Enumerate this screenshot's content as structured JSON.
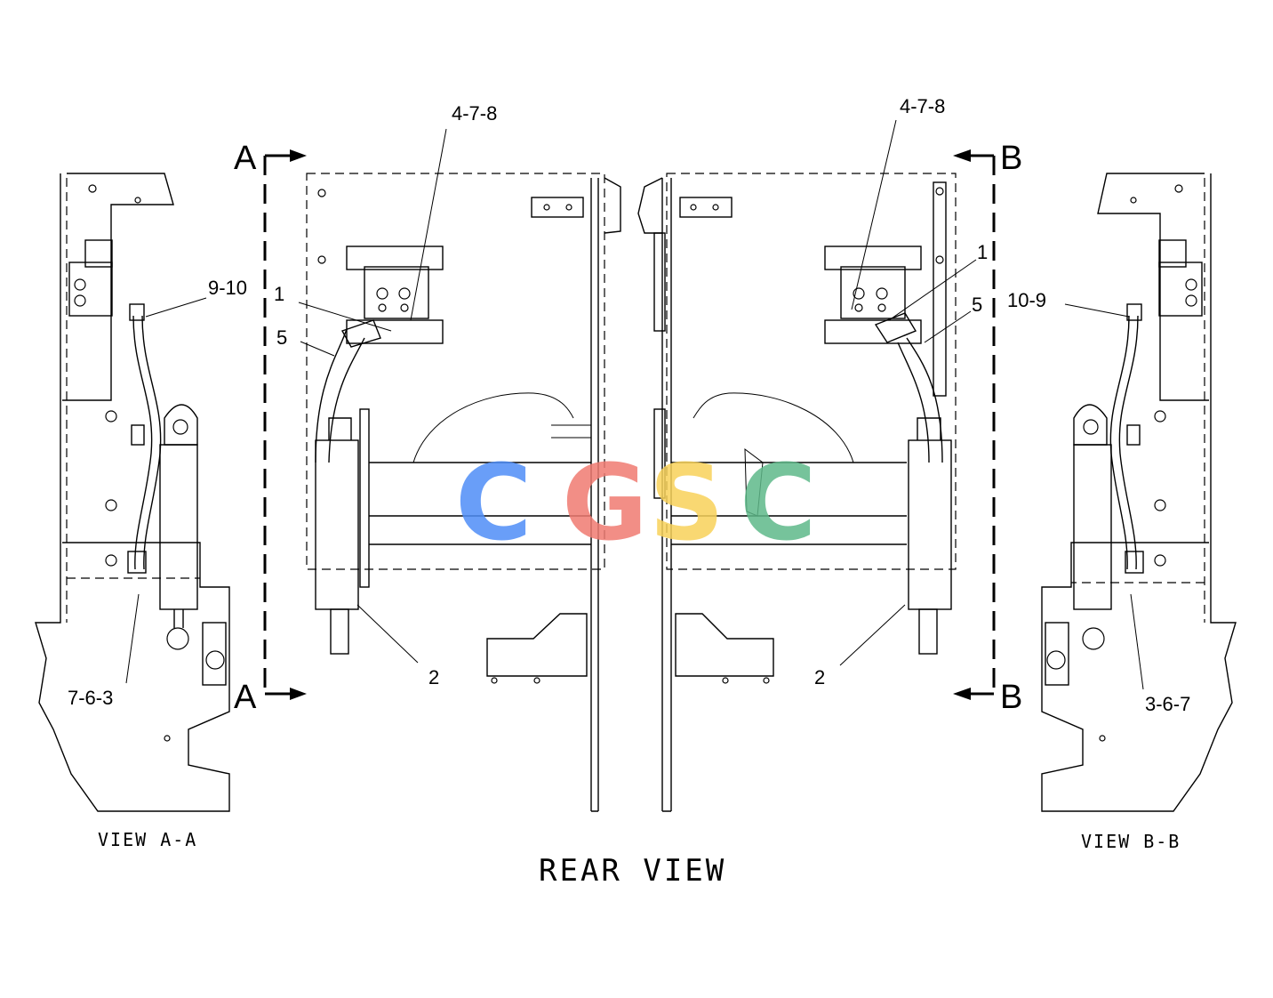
{
  "diagram": {
    "title": "REAR VIEW",
    "views": {
      "left": "VIEW A-A",
      "right": "VIEW B-B"
    },
    "section_markers": [
      "A",
      "A",
      "B",
      "B"
    ],
    "callouts": [
      "4-7-8",
      "4-7-8",
      "9-10",
      "1",
      "5",
      "7-6-3",
      "2",
      "1",
      "5",
      "10-9",
      "2",
      "3-6-7"
    ]
  },
  "watermark": {
    "text": "CGSC",
    "colors": [
      "#4f8ef7",
      "#f07b72",
      "#f8d25a",
      "#5fb98a"
    ]
  }
}
